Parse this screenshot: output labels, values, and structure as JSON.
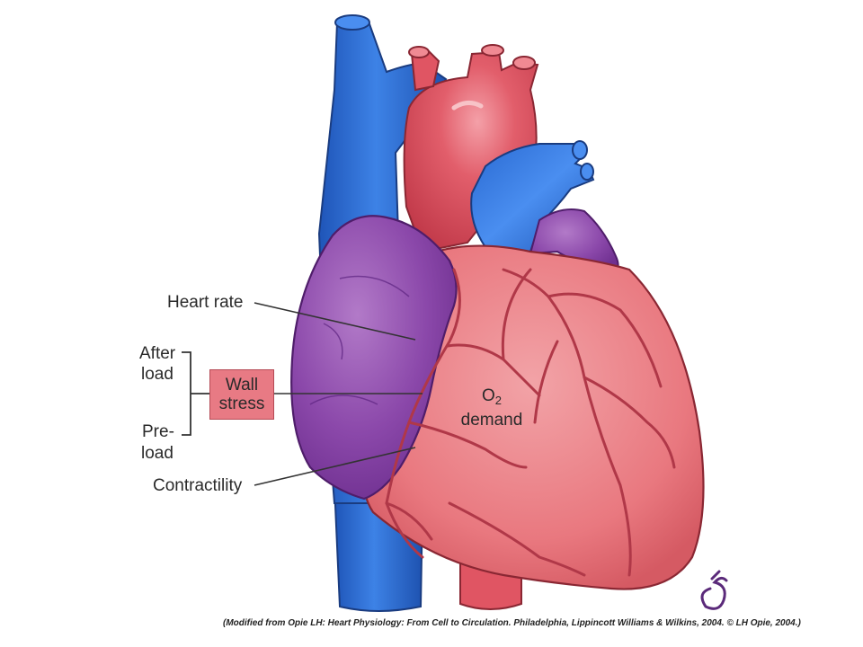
{
  "labels": {
    "heart_rate": "Heart rate",
    "after_load_1": "After",
    "after_load_2": "load",
    "wall_stress_1": "Wall",
    "wall_stress_2": "stress",
    "pre_load_1": "Pre-",
    "pre_load_2": "load",
    "contractility": "Contractility",
    "o2_main": "O",
    "o2_sub": "2",
    "demand": "demand"
  },
  "credit": "(Modified from Opie LH: Heart Physiology: From Cell to Circulation. Philadelphia, Lippincott Williams & Wilkins, 2004. © LH Opie, 2004.)",
  "colors": {
    "vein_blue": "#2f6fd6",
    "artery_red": "#e05563",
    "heart_pink": "#ea7c84",
    "atrium_purple": "#8a46a8",
    "wall_box": "#e87a84"
  }
}
